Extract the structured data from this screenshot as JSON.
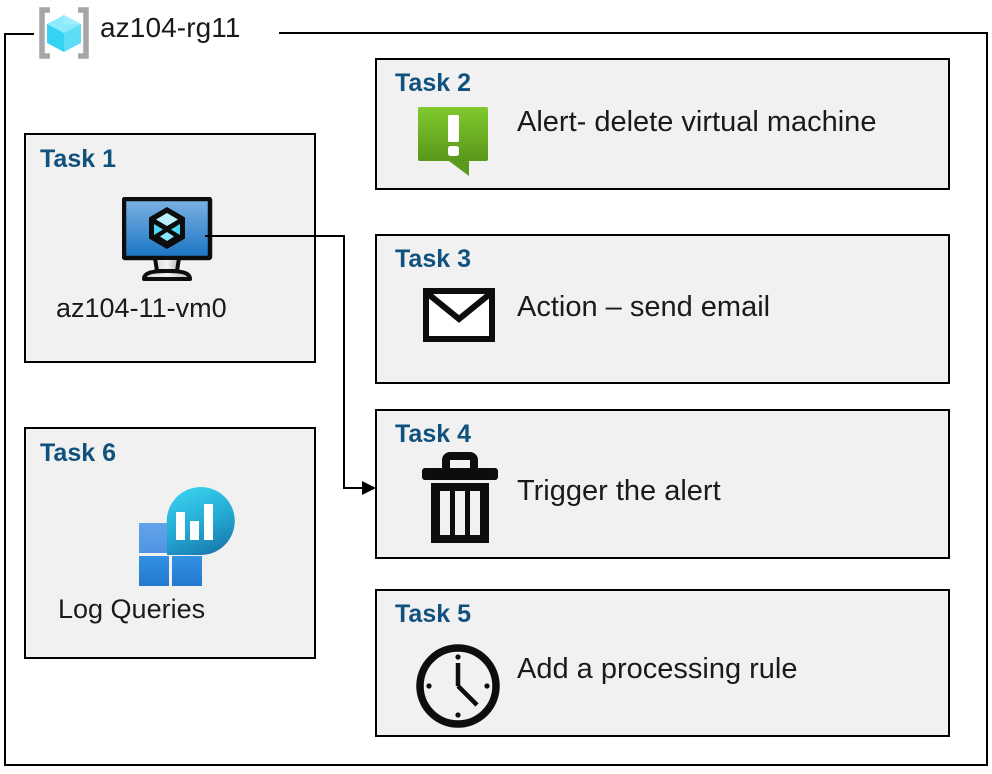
{
  "resource_group": {
    "label": "az104-rg11",
    "icon": "resource-group-cube-icon"
  },
  "colors": {
    "task_label": "#11517d",
    "box_fill": "#f1f1f1",
    "box_border": "#000000",
    "alert_green_light": "#7cc62a",
    "alert_green_dark": "#5c9a1b",
    "vm_blue_light": "#7ab0e2",
    "vm_blue_dark": "#1b75c4",
    "log_square_light": "#5b9be8",
    "log_square_dark": "#2b88de",
    "log_teardrop_top": "#33c9e8",
    "log_teardrop_bottom": "#1b7fb5",
    "rg_cube_light": "#7ee6f7",
    "rg_cube_mid": "#33d4f2",
    "rg_bracket": "#a6a6a6"
  },
  "tasks": [
    {
      "id": "task1",
      "label": "Task 1",
      "text": "az104-11-vm0",
      "icon": "virtual-machine-icon",
      "layout": "stacked"
    },
    {
      "id": "task2",
      "label": "Task 2",
      "text": "Alert- delete virtual machine",
      "icon": "alert-bubble-icon",
      "layout": "inline"
    },
    {
      "id": "task3",
      "label": "Task 3",
      "text": "Action – send email",
      "icon": "envelope-icon",
      "layout": "inline"
    },
    {
      "id": "task4",
      "label": "Task 4",
      "text": "Trigger the alert",
      "icon": "trash-can-icon",
      "layout": "inline"
    },
    {
      "id": "task5",
      "label": "Task 5",
      "text": "Add a processing rule",
      "icon": "clock-icon",
      "layout": "inline"
    },
    {
      "id": "task6",
      "label": "Task 6",
      "text": "Log Queries",
      "icon": "log-analytics-icon",
      "layout": "stacked"
    }
  ],
  "connector": {
    "from": "task1",
    "to": "task4",
    "style": "orthogonal-arrow"
  }
}
